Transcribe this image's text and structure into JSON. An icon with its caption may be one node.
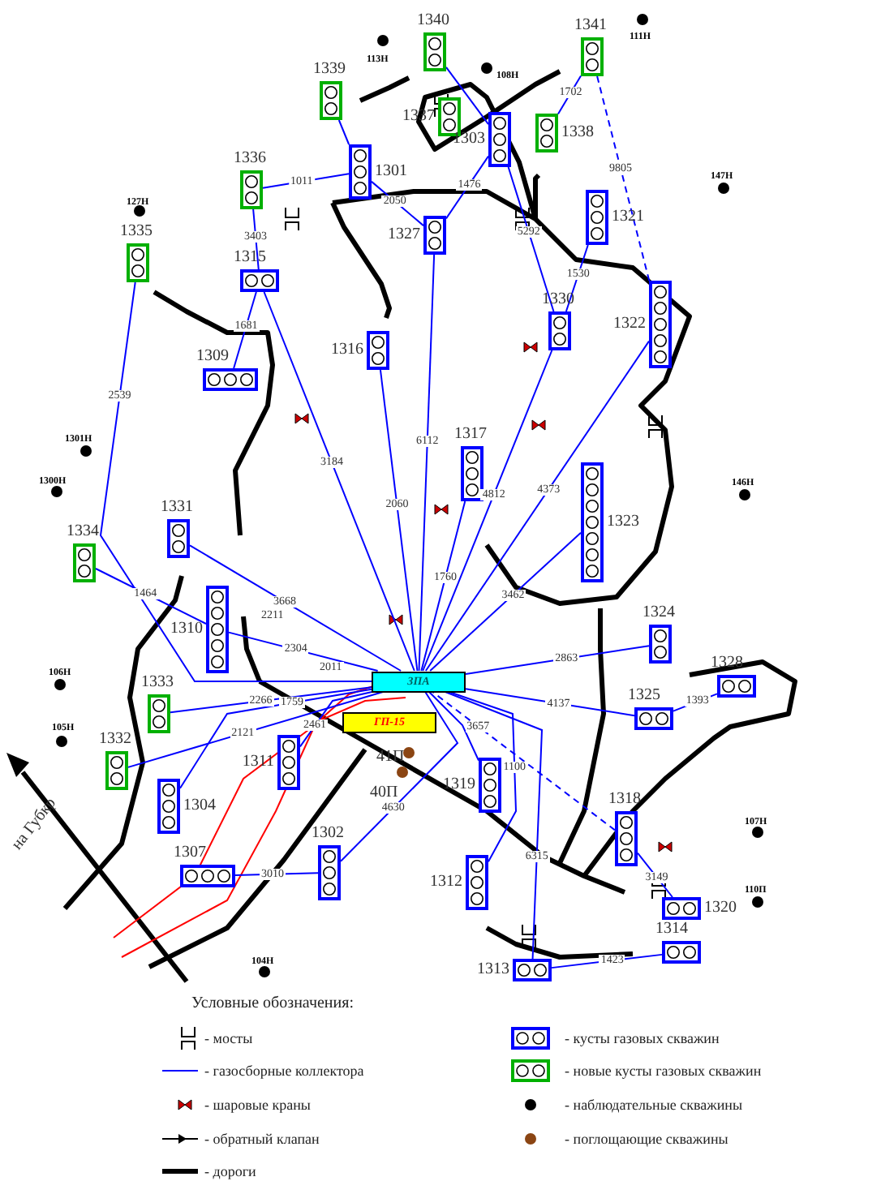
{
  "diagram": {
    "nodes": [
      {
        "text": [
          "1340"
        ]
      },
      {
        "text": [
          "1339"
        ]
      },
      {
        "text": [
          "1337"
        ]
      },
      {
        "text": [
          "1341"
        ]
      },
      {
        "text": [
          "1303"
        ]
      },
      {
        "text": [
          "1338"
        ]
      },
      {
        "text": [
          "1336"
        ]
      },
      {
        "text": [
          "1301"
        ]
      },
      {
        "text": [
          "1335"
        ]
      },
      {
        "text": [
          "1327"
        ]
      },
      {
        "text": [
          "1321"
        ]
      },
      {
        "text": [
          "1315"
        ]
      },
      {
        "text": [
          "1330"
        ]
      },
      {
        "text": [
          "1322"
        ]
      },
      {
        "text": [
          "1316"
        ]
      },
      {
        "text": [
          "1309"
        ]
      },
      {
        "text": [
          "1317"
        ]
      },
      {
        "text": [
          "1323"
        ]
      },
      {
        "text": [
          "1331"
        ]
      },
      {
        "text": [
          "1334"
        ]
      },
      {
        "text": [
          "1310"
        ]
      },
      {
        "text": [
          "1324"
        ]
      },
      {
        "text": [
          "1333"
        ]
      },
      {
        "text": [
          "1328"
        ]
      },
      {
        "text": [
          "1325"
        ]
      },
      {
        "text": [
          "1332"
        ]
      },
      {
        "text": [
          "1311"
        ]
      },
      {
        "text": [
          "1319"
        ]
      },
      {
        "text": [
          "1304"
        ]
      },
      {
        "text": [
          "1318"
        ]
      },
      {
        "text": [
          "1307"
        ]
      },
      {
        "text": [
          "1302"
        ]
      },
      {
        "text": [
          "1312"
        ]
      },
      {
        "text": [
          "1320"
        ]
      },
      {
        "text": [
          "1314"
        ]
      },
      {
        "text": [
          "1313"
        ]
      },
      {
        "text": [
          "ЗПА"
        ]
      },
      {
        "text": [
          "ГП-15"
        ]
      }
    ],
    "edges": [
      {
        "from": 0,
        "to": 4,
        "arrow": "none"
      },
      {
        "from": 3,
        "to": 5,
        "arrow": "none",
        "label": "1702"
      },
      {
        "from": 3,
        "to": 13,
        "arrow": "none",
        "label": "9805",
        "style": "dashed"
      },
      {
        "from": 1,
        "to": 7,
        "arrow": "none"
      },
      {
        "from": 6,
        "to": 7,
        "arrow": "none",
        "label": "1011"
      },
      {
        "from": 6,
        "to": 11,
        "arrow": "none",
        "label": "3403"
      },
      {
        "from": 7,
        "to": 9,
        "arrow": "none",
        "label": "2050"
      },
      {
        "from": 4,
        "to": 9,
        "arrow": "none",
        "label": "1476"
      },
      {
        "from": 4,
        "to": 12,
        "arrow": "none",
        "label": "5292"
      },
      {
        "from": 10,
        "to": 12,
        "arrow": "none",
        "label": "1530"
      },
      {
        "from": 12,
        "to": 36,
        "arrow": "none",
        "label": "4812"
      },
      {
        "from": 9,
        "to": 36,
        "arrow": "none",
        "label": "6112"
      },
      {
        "from": 14,
        "to": 36,
        "arrow": "none",
        "label": "2060"
      },
      {
        "from": 11,
        "to": 36,
        "arrow": "none",
        "label": "3184"
      },
      {
        "from": 11,
        "to": 15,
        "arrow": "none",
        "label": "1681"
      },
      {
        "from": 8,
        "to": 36,
        "arrow": "none",
        "label": "2539"
      },
      {
        "from": 13,
        "to": 36,
        "arrow": "none",
        "label": "4373"
      },
      {
        "from": 16,
        "to": 36,
        "arrow": "none",
        "label": "1760"
      },
      {
        "from": 17,
        "to": 36,
        "arrow": "none",
        "label": "3462"
      },
      {
        "from": 18,
        "to": 36,
        "arrow": "none",
        "label": "3668"
      },
      {
        "from": 20,
        "to": 36,
        "arrow": "none",
        "label": "2304"
      },
      {
        "from": 19,
        "to": 20,
        "arrow": "none",
        "label": "1464"
      },
      {
        "from": 22,
        "to": 36,
        "arrow": "none",
        "label": "2266"
      },
      {
        "from": 25,
        "to": 36,
        "arrow": "none",
        "label": "2121"
      },
      {
        "from": 28,
        "to": 36,
        "arrow": "none",
        "label": "1759"
      },
      {
        "from": 26,
        "to": 36,
        "arrow": "none",
        "label": "2461"
      },
      {
        "from": 21,
        "to": 36,
        "arrow": "none",
        "label": "2863"
      },
      {
        "from": 24,
        "to": 36,
        "arrow": "none",
        "label": "4137"
      },
      {
        "from": 23,
        "to": 24,
        "arrow": "none",
        "label": "1393"
      },
      {
        "from": 29,
        "to": 36,
        "arrow": "none",
        "label": "3657",
        "style": "dashed"
      },
      {
        "from": 33,
        "to": 29,
        "arrow": "none",
        "label": "3149"
      },
      {
        "from": 27,
        "to": 36,
        "arrow": "none"
      },
      {
        "from": 32,
        "to": 36,
        "arrow": "none",
        "label": "1100"
      },
      {
        "from": 35,
        "to": 36,
        "arrow": "none",
        "label": "6315"
      },
      {
        "from": 34,
        "to": 35,
        "arrow": "none",
        "label": "1423"
      },
      {
        "from": 30,
        "to": 31,
        "arrow": "none",
        "label": "3010"
      },
      {
        "from": 31,
        "to": 36,
        "arrow": "none",
        "label": "4630"
      }
    ],
    "labels": [
      "111Н",
      "113Н",
      "108Н",
      "147Н",
      "127Н",
      "1301Н",
      "1300Н",
      "146Н",
      "2211",
      "2011",
      "106Н",
      "105Н",
      "на Губкр",
      "41П",
      "40П",
      "107Н",
      "110П",
      "104Н",
      "Условные обозначения:"
    ],
    "legend": [
      {
        "text": "- мосты"
      },
      {
        "text": "- газосборные коллектора"
      },
      {
        "text": "- шаровые краны"
      },
      {
        "text": "- обратный клапан"
      },
      {
        "text": "- дороги"
      },
      {
        "text": "- кусты газовых скважин"
      },
      {
        "text": "- новые кусты газовых скважин"
      },
      {
        "text": "- наблюдательные скважины"
      },
      {
        "text": "- поглощающие скважины"
      }
    ]
  }
}
